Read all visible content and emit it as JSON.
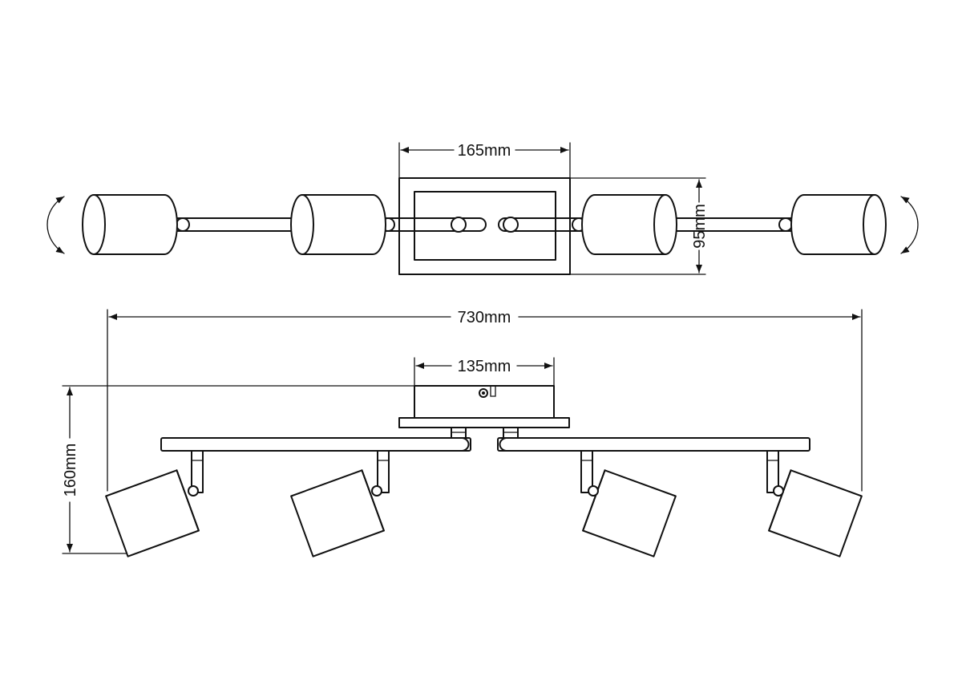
{
  "dimensions": {
    "base_length": "165mm",
    "base_depth": "95mm",
    "total_length": "730mm",
    "plate_length": "135mm",
    "height": "160mm"
  },
  "views": {
    "top": "top-view",
    "front": "front-view"
  }
}
